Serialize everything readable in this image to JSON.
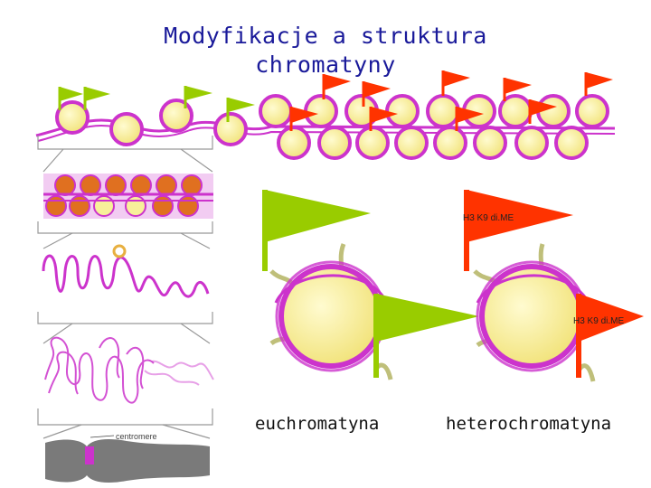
{
  "title_line1": "Modyfikacje a struktura",
  "title_line2": "chromatyny",
  "labels": {
    "euchromatin": "euchromatyna",
    "heterochromatin": "heterochromatyna",
    "mark_upper": "H3 K9 di.ME",
    "mark_lower": "H3 K9 di.ME",
    "centromere": "centromere"
  },
  "colors": {
    "title": "#1a1a9a",
    "green_flag": "#99cc00",
    "red_flag": "#ff3300",
    "nucleosome_fill": "#f7f09a",
    "dna_wrap": "#cc33cc",
    "tail": "#bfbf7a"
  }
}
